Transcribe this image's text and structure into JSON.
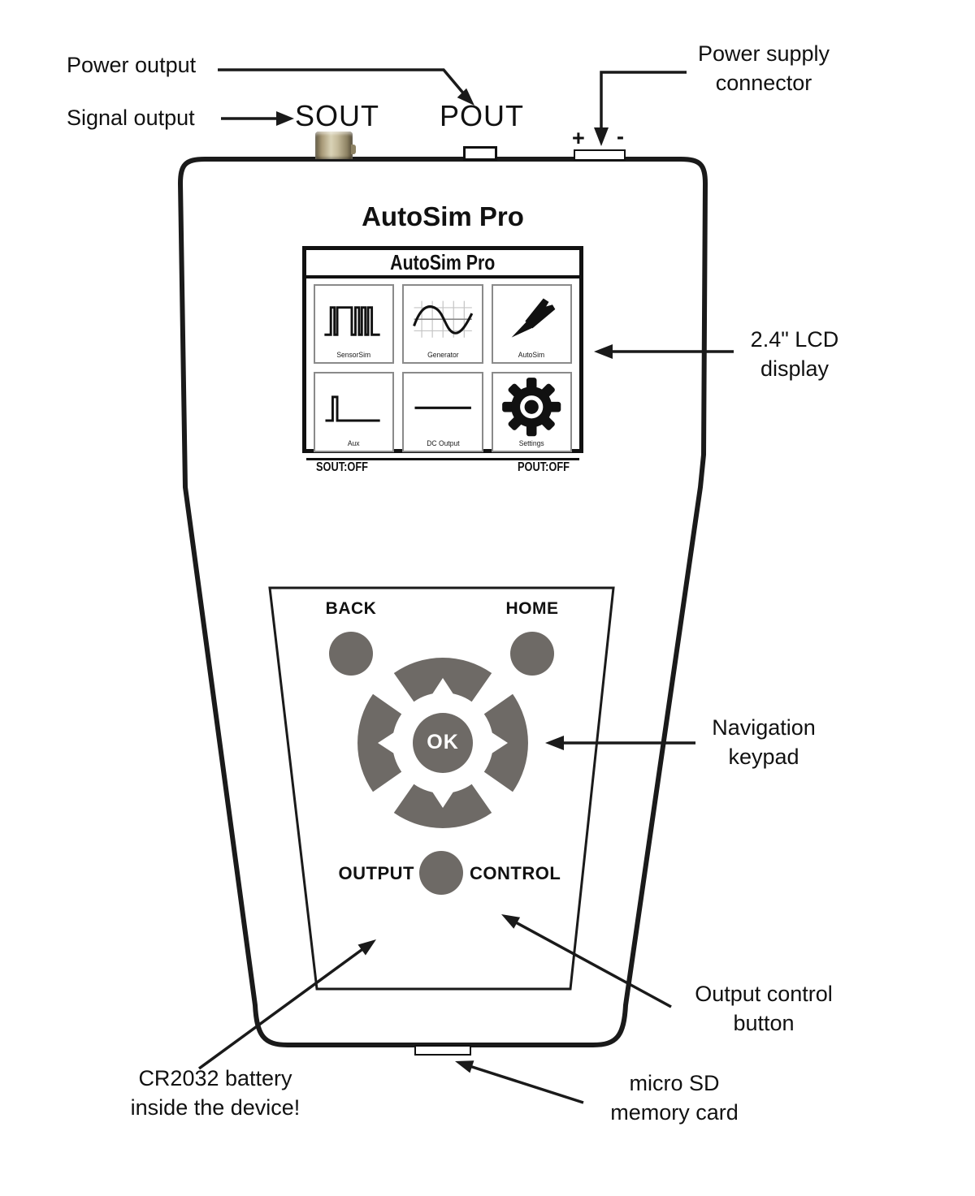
{
  "device": {
    "title": "AutoSim Pro",
    "sout_label": "SOUT",
    "pout_label": "POUT",
    "plus": "+",
    "minus": "-"
  },
  "callouts": {
    "power_output": "Power output",
    "signal_output": "Signal output",
    "power_supply_line1": "Power supply",
    "power_supply_line2": "connector",
    "lcd_line1": "2.4\" LCD",
    "lcd_line2": "display",
    "nav_line1": "Navigation",
    "nav_line2": "keypad",
    "output_control_line1": "Output control",
    "output_control_line2": "button",
    "battery_line1": "CR2032 battery",
    "battery_line2": "inside the device!",
    "sd_line1": "micro SD",
    "sd_line2": "memory card"
  },
  "lcd": {
    "header": "AutoSim Pro",
    "tiles": [
      {
        "label": "SensorSim",
        "icon": "square-wave-icon"
      },
      {
        "label": "Generator",
        "icon": "sine-wave-icon"
      },
      {
        "label": "AutoSim",
        "icon": "spark-icon"
      },
      {
        "label": "Aux",
        "icon": "pulse-icon"
      },
      {
        "label": "DC Output",
        "icon": "dc-line-icon"
      },
      {
        "label": "Settings",
        "icon": "gear-icon"
      }
    ],
    "status_left": "SOUT:OFF",
    "status_right": "POUT:OFF"
  },
  "keypad": {
    "back": "BACK",
    "home": "HOME",
    "ok": "OK",
    "output": "OUTPUT",
    "control": "CONTROL"
  },
  "colors": {
    "button_gray": "#6e6a66",
    "outline": "#1a1a1a",
    "bnc_gold": "#b3a887"
  }
}
